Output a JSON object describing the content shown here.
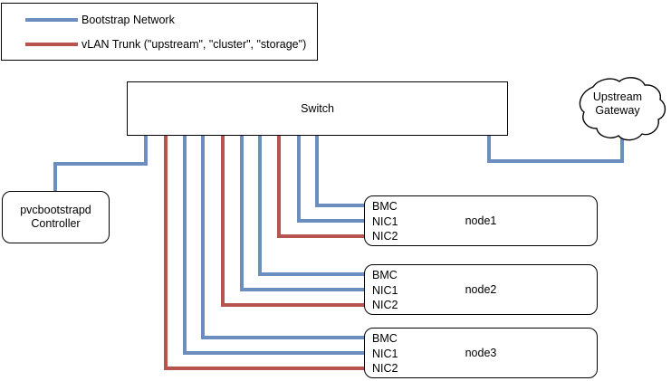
{
  "diagram": {
    "type": "network-topology",
    "colors": {
      "bootstrap_network": "#6c8ebf",
      "vlan_trunk": "#b85450",
      "outline": "#000000",
      "background": "#ffffff"
    }
  },
  "legend": {
    "items": [
      {
        "color": "#6c8ebf",
        "label": "Bootstrap Network",
        "icon": "line-swatch"
      },
      {
        "color": "#b85450",
        "label": "vLAN Trunk (\"upstream\", \"cluster\", \"storage\")",
        "icon": "line-swatch"
      }
    ]
  },
  "switch": {
    "label": "Switch"
  },
  "controller": {
    "line1": "pvcbootstrapd",
    "line2": "Controller"
  },
  "gateway": {
    "line1": "Upstream",
    "line2": "Gateway",
    "shape": "cloud"
  },
  "nodes": [
    {
      "title": "node1",
      "ports": [
        "BMC",
        "NIC1",
        "NIC2"
      ],
      "port_colors": [
        "#6c8ebf",
        "#6c8ebf",
        "#b85450"
      ]
    },
    {
      "title": "node2",
      "ports": [
        "BMC",
        "NIC1",
        "NIC2"
      ],
      "port_colors": [
        "#6c8ebf",
        "#6c8ebf",
        "#b85450"
      ]
    },
    {
      "title": "node3",
      "ports": [
        "BMC",
        "NIC1",
        "NIC2"
      ],
      "port_colors": [
        "#6c8ebf",
        "#6c8ebf",
        "#b85450"
      ]
    }
  ],
  "links": [
    {
      "from": "switch",
      "to": "controller",
      "color": "#6c8ebf"
    },
    {
      "from": "switch",
      "to": "gateway",
      "color": "#6c8ebf"
    },
    {
      "from": "switch",
      "to": "node1.BMC",
      "color": "#6c8ebf"
    },
    {
      "from": "switch",
      "to": "node1.NIC1",
      "color": "#6c8ebf"
    },
    {
      "from": "switch",
      "to": "node1.NIC2",
      "color": "#b85450"
    },
    {
      "from": "switch",
      "to": "node2.BMC",
      "color": "#6c8ebf"
    },
    {
      "from": "switch",
      "to": "node2.NIC1",
      "color": "#6c8ebf"
    },
    {
      "from": "switch",
      "to": "node2.NIC2",
      "color": "#b85450"
    },
    {
      "from": "switch",
      "to": "node3.BMC",
      "color": "#6c8ebf"
    },
    {
      "from": "switch",
      "to": "node3.NIC1",
      "color": "#6c8ebf"
    },
    {
      "from": "switch",
      "to": "node3.NIC2",
      "color": "#b85450"
    }
  ]
}
